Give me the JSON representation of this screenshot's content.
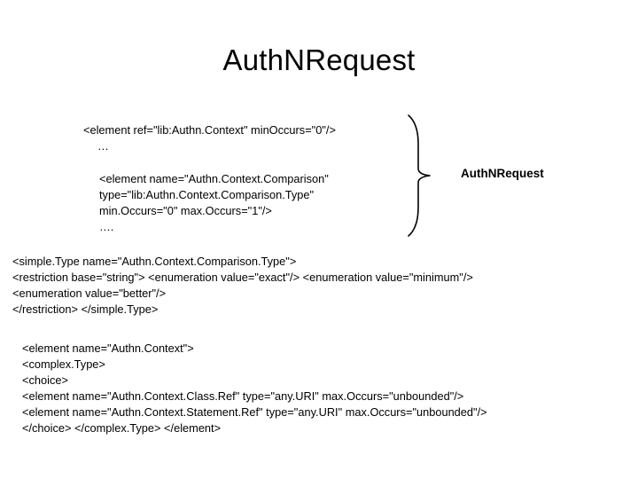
{
  "slide": {
    "title": "AuthNRequest",
    "background_color": "#ffffff",
    "text_color": "#000000"
  },
  "blocks": {
    "context_ref": {
      "lines": [
        "<element ref=\"lib:Authn.Context\" minOccurs=\"0\"/>",
        "…"
      ]
    },
    "comparison": {
      "lines": [
        "<element name=\"Authn.Context.Comparison\"",
        "type=\"lib:Authn.Context.Comparison.Type\"",
        "min.Occurs=\"0\" max.Occurs=\"1\"/>",
        "…."
      ]
    },
    "simple_type": {
      "lines": [
        "<simple.Type name=\"Authn.Context.Comparison.Type\">",
        "<restriction base=\"string\"> <enumeration value=\"exact\"/> <enumeration value=\"minimum\"/>",
        "<enumeration value=\"better\"/>",
        "</restriction> </simple.Type>"
      ]
    },
    "authn_context": {
      "lines": [
        "<element name=\"Authn.Context\">",
        "<complex.Type>",
        "<choice>",
        "<element name=\"Authn.Context.Class.Ref\" type=\"any.URI\" max.Occurs=\"unbounded\"/>",
        "<element name=\"Authn.Context.Statement.Ref\" type=\"any.URI\" max.Occurs=\"unbounded\"/>",
        "</choice> </complex.Type> </element>"
      ]
    }
  },
  "annotation": {
    "brace_label": "AuthNRequest",
    "brace_icon": "right-curly-brace-icon"
  }
}
